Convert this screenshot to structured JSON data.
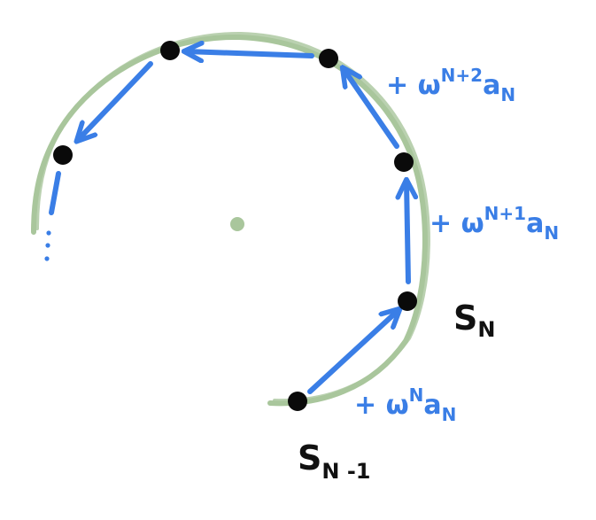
{
  "colors": {
    "circle": "#a9c69c",
    "arrow": "#3a7ee6",
    "dot": "#0a0a0a",
    "center": "#a9c69c",
    "black_text": "#111111"
  },
  "points": {
    "s_n_minus_1": {
      "base": "S",
      "sub": "N -1"
    },
    "s_n": {
      "base": "S",
      "sub": "N"
    }
  },
  "terms": [
    {
      "prefix": "+ ω",
      "sup": "N",
      "suffix": "a",
      "sub": "N"
    },
    {
      "prefix": "+ ω",
      "sup": "N+1",
      "suffix": "a",
      "sub": "N"
    },
    {
      "prefix": "+ ω",
      "sup": "N+2",
      "suffix": "a",
      "sub": "N"
    }
  ],
  "ellipsis": "⋮"
}
